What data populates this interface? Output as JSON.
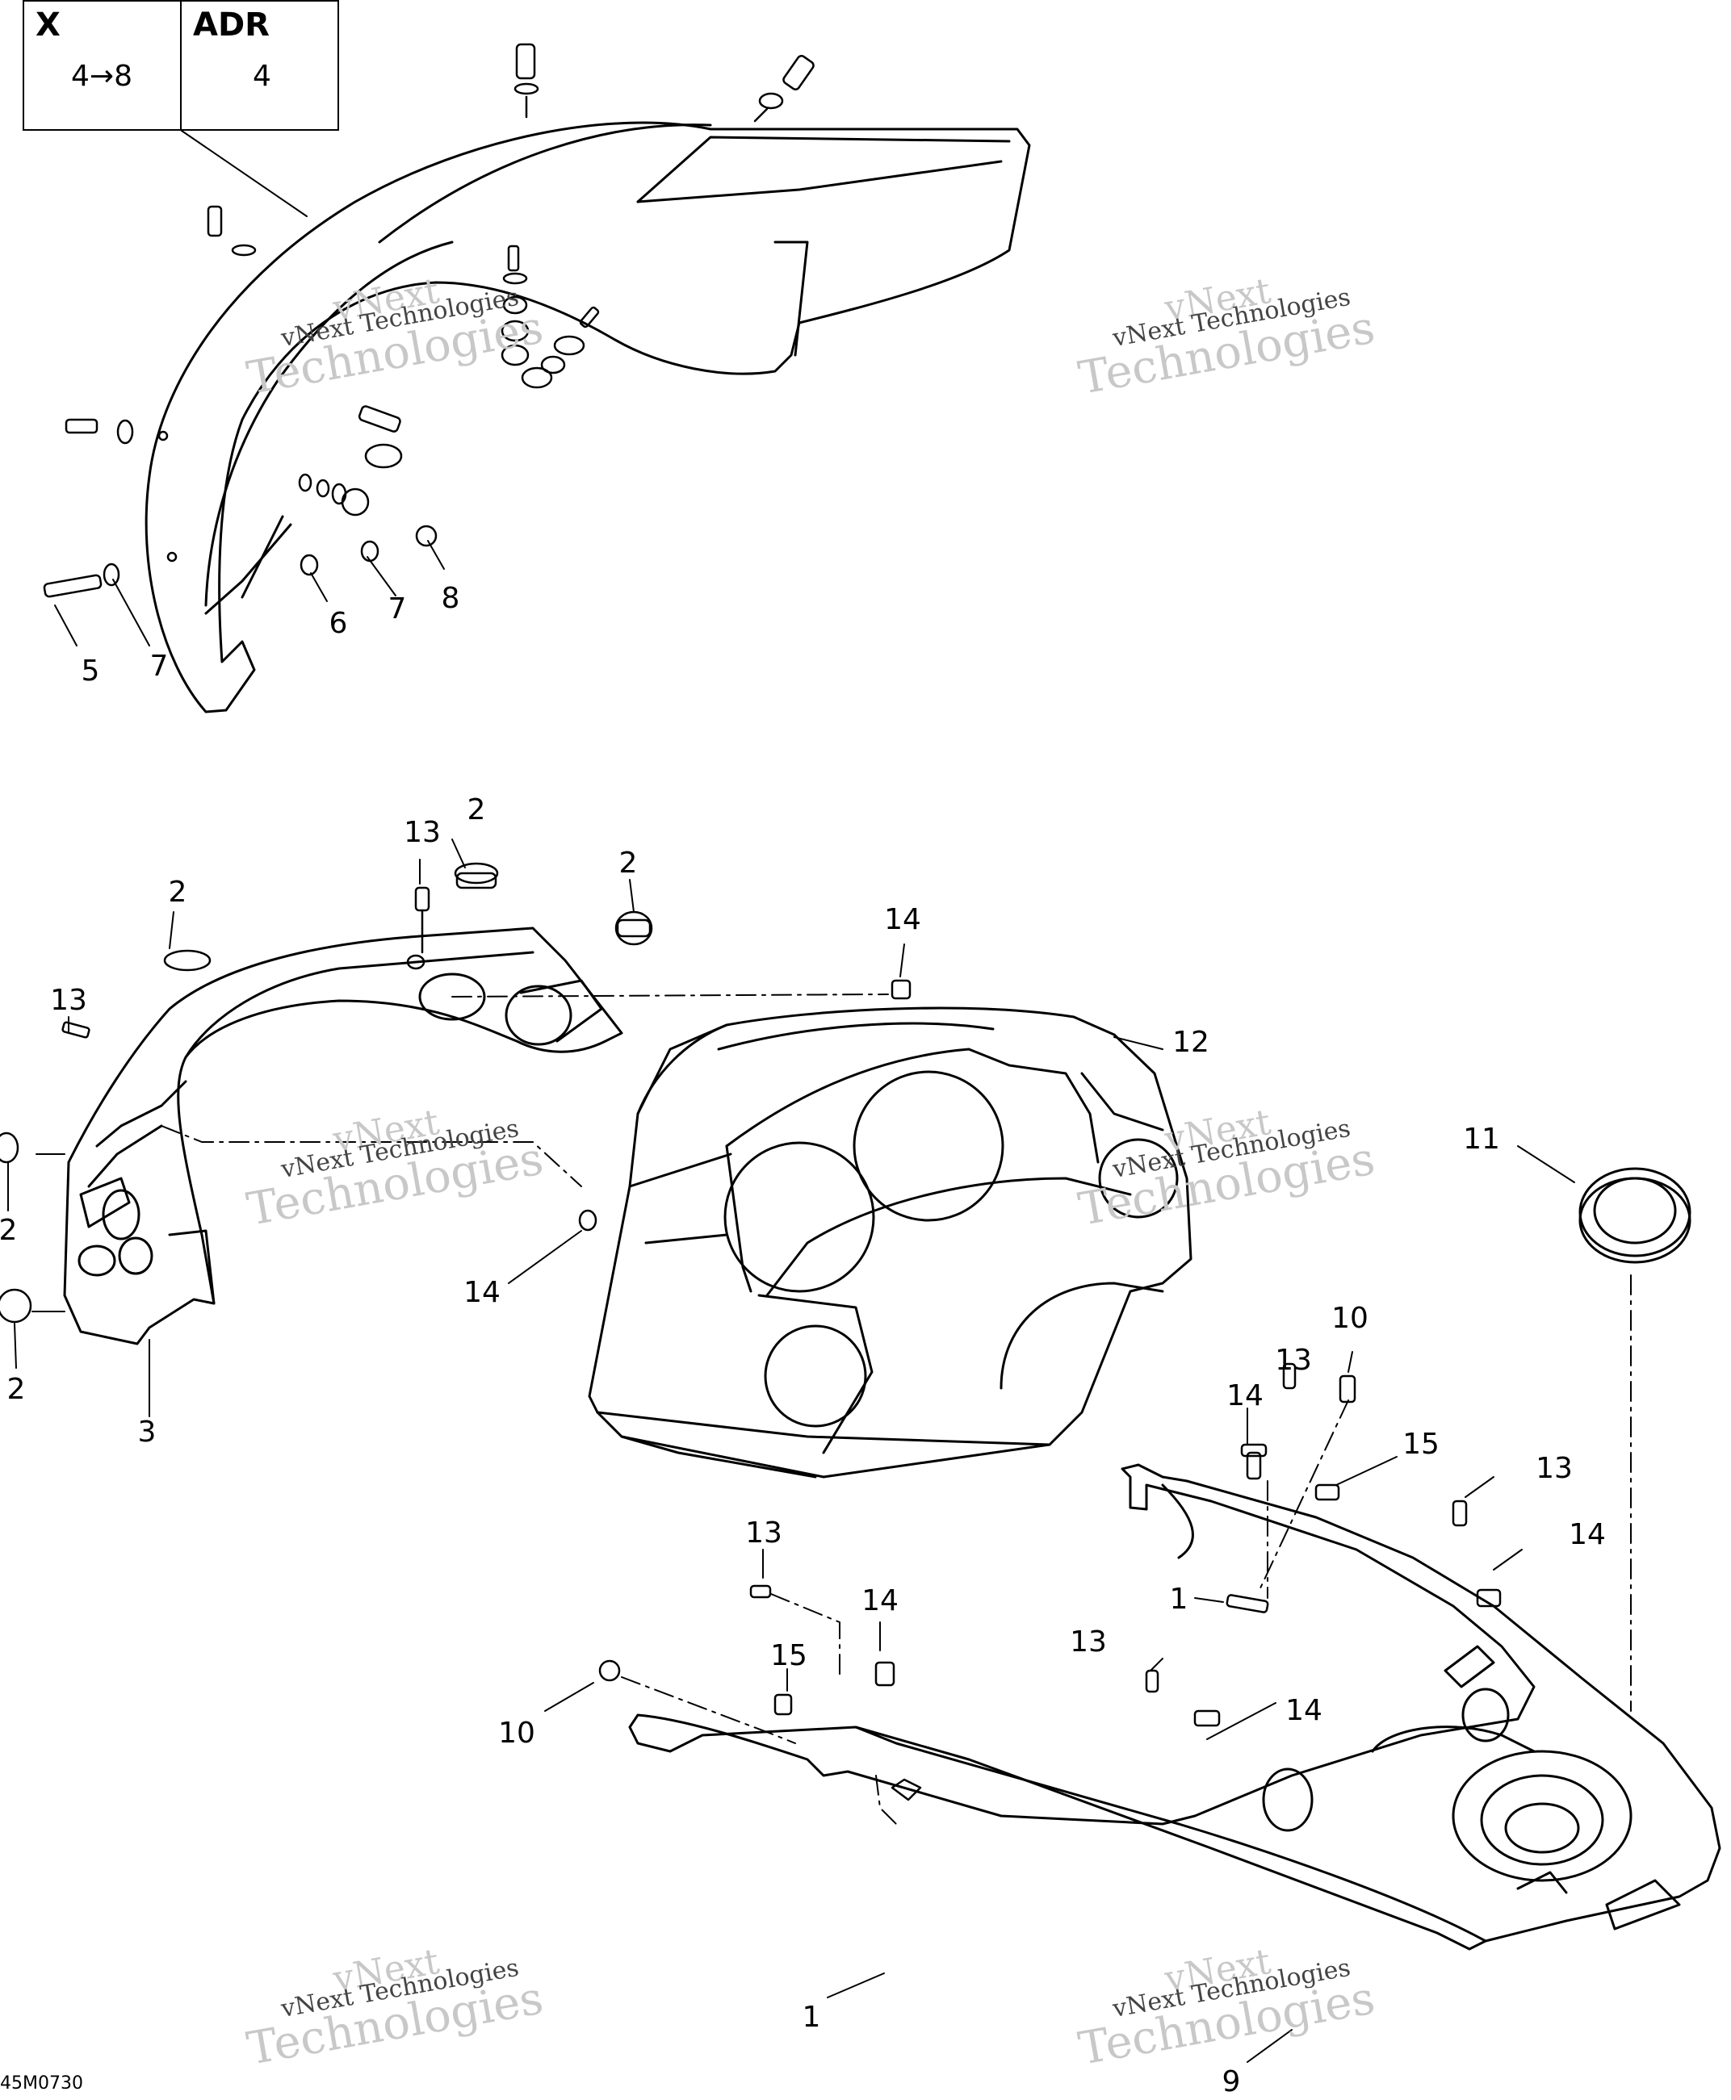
{
  "legend": {
    "col1_header": "X",
    "col1_value": "4→8",
    "col2_header": "ADR",
    "col2_value": "4"
  },
  "watermark": {
    "line1": "vNext",
    "line2": "vNext Technologies",
    "line3": "Technologies"
  },
  "figure_code": "45M0730",
  "callouts": [
    {
      "text": "5"
    },
    {
      "text": "7"
    },
    {
      "text": "6"
    },
    {
      "text": "7"
    },
    {
      "text": "8"
    },
    {
      "text": "2"
    },
    {
      "text": "13"
    },
    {
      "text": "2"
    },
    {
      "text": "2"
    },
    {
      "text": "13"
    },
    {
      "text": "14"
    },
    {
      "text": "12"
    },
    {
      "text": "2"
    },
    {
      "text": "2"
    },
    {
      "text": "14"
    },
    {
      "text": "3"
    },
    {
      "text": "11"
    },
    {
      "text": "10"
    },
    {
      "text": "13"
    },
    {
      "text": "14"
    },
    {
      "text": "15"
    },
    {
      "text": "13"
    },
    {
      "text": "14"
    },
    {
      "text": "1"
    },
    {
      "text": "13"
    },
    {
      "text": "14"
    },
    {
      "text": "15"
    },
    {
      "text": "10"
    },
    {
      "text": "13"
    },
    {
      "text": "14"
    },
    {
      "text": "1"
    },
    {
      "text": "9"
    }
  ]
}
